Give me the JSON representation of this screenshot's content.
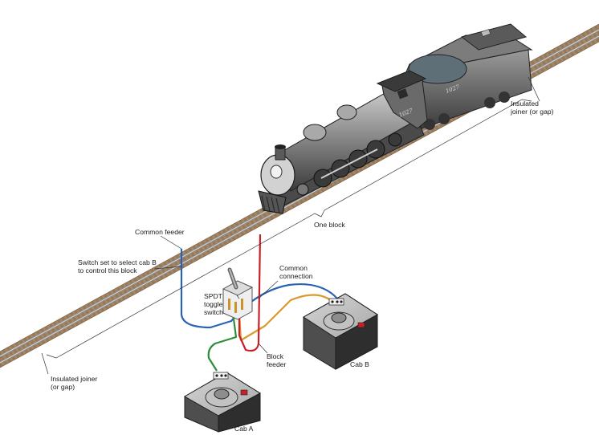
{
  "labels": {
    "insulated_joiner_top": [
      "Insulated",
      "joiner (or gap)"
    ],
    "one_block": "One block",
    "common_feeder": "Common feeder",
    "switch_set": [
      "Switch set to select cab B",
      "to control this block"
    ],
    "common_connection": [
      "Common",
      "connection"
    ],
    "spdt": [
      "SPDT",
      "toggle",
      "switch"
    ],
    "block_feeder": [
      "Block",
      "feeder"
    ],
    "cab_b": "Cab B",
    "cab_a": "Cab A",
    "insulated_joiner_bottom": [
      "Insulated joiner",
      "(or gap)"
    ]
  },
  "engine_number": "1027",
  "wire_colors": {
    "blue": "#2a62b4",
    "green": "#2e8d3a",
    "gold": "#d99a2b",
    "red": "#c8202a"
  }
}
